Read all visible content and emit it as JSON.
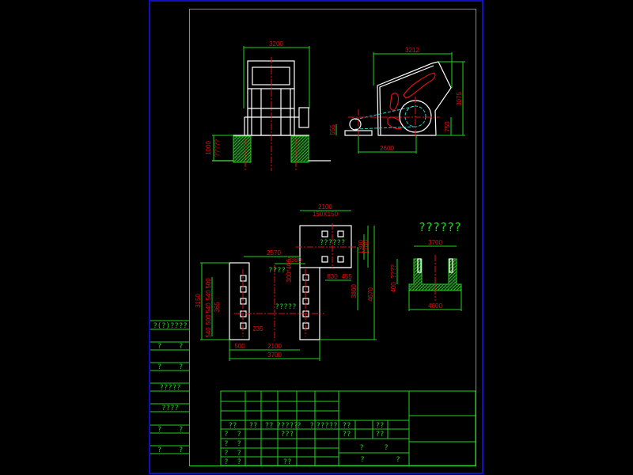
{
  "colors": {
    "background": "#000000",
    "sheet_border": "#1010c0",
    "frame": "#1fd41f",
    "outline": "#ffffff",
    "dimension_text": "#e01010",
    "center_line": "#e01010",
    "belt": "#30c8c8"
  },
  "front_view": {
    "width_dim": "3200",
    "depth_dim": "1000",
    "depth_label": "?????"
  },
  "side_view": {
    "length_dim": "3212",
    "height_dim": "3075",
    "shaft_height_dim": "750",
    "motor_height_dim": "555",
    "center_distance_dim": "2600"
  },
  "plan_view": {
    "top_width_dim": "2100",
    "anchor_spacing_dim": "150X150",
    "top_label": "??????",
    "right_dims": [
      "1300",
      "1700"
    ],
    "mid_width_dim": "2570",
    "inner_dim": "2380",
    "left_label": "????",
    "bolt_dim": "300*400",
    "center_label": "?????",
    "small_dims": [
      "630",
      "455"
    ],
    "vertical_dims": [
      "3800",
      "4670"
    ],
    "left_total_dim": "3150",
    "left_spacing_dims": [
      "500",
      "540",
      "540",
      "500",
      "540"
    ],
    "left_offset_dim": "365",
    "edge_dim": "235",
    "bottom_dims": [
      "500",
      "2100"
    ],
    "bottom_total_dim": "3700"
  },
  "section_view": {
    "title": "??????",
    "top_dim": "3700",
    "height_dim": "????",
    "base_dim": "400",
    "bottom_dim": "4800"
  },
  "side_column": {
    "labels": [
      "?(?)????",
      "?    ?",
      "?    ?",
      "?????",
      "????",
      "?    ?",
      "?    ?"
    ]
  },
  "title_block": {
    "header_row": [
      "??",
      "??",
      "??",
      "?????",
      "?  ?",
      "?????",
      "??",
      "",
      "??"
    ],
    "col1": [
      "?  ?",
      "?  ?",
      "?  ?",
      "?  ?"
    ],
    "row2_mid": "???",
    "row2_right": [
      "??",
      "??"
    ],
    "last_mid": "??",
    "footer_labels": [
      "?",
      "?",
      "?",
      "?"
    ]
  }
}
